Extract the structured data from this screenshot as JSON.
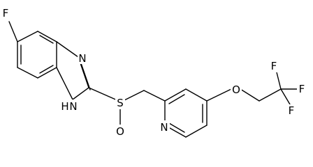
{
  "molecule": {
    "atoms": {
      "fluoro_benz": "F",
      "imidazole_n": "N",
      "imidazole_nh": "H",
      "imidazole_nh_n": "N",
      "sulfoxide_s": "S",
      "sulfoxide_o": "O",
      "pyridine_n": "N",
      "ether_o": "O",
      "cf3_f_top": "F",
      "cf3_f_right": "F",
      "cf3_f_bottom": "F"
    }
  }
}
